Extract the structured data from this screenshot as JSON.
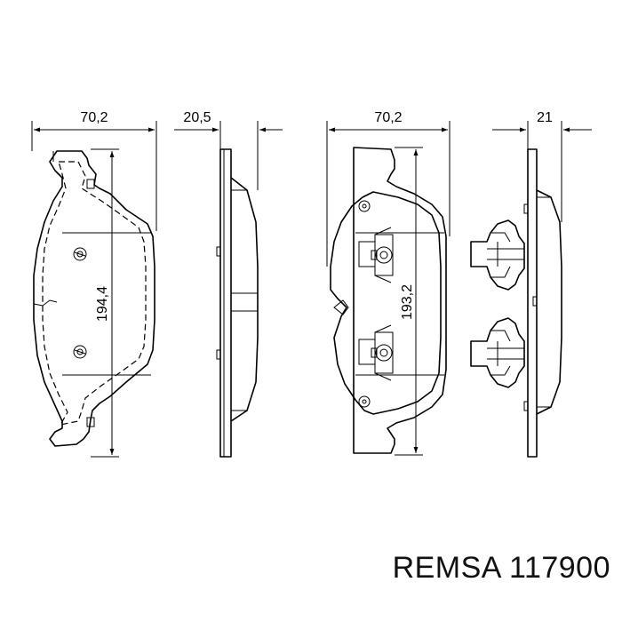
{
  "dimensions": {
    "front_width": "70,2",
    "front_thickness": "20,5",
    "front_height": "194,4",
    "rear_width": "70,2",
    "rear_thickness": "21",
    "rear_height": "193,2"
  },
  "caption": "REMSA 117900",
  "colors": {
    "line": "#000000",
    "background": "#ffffff"
  }
}
